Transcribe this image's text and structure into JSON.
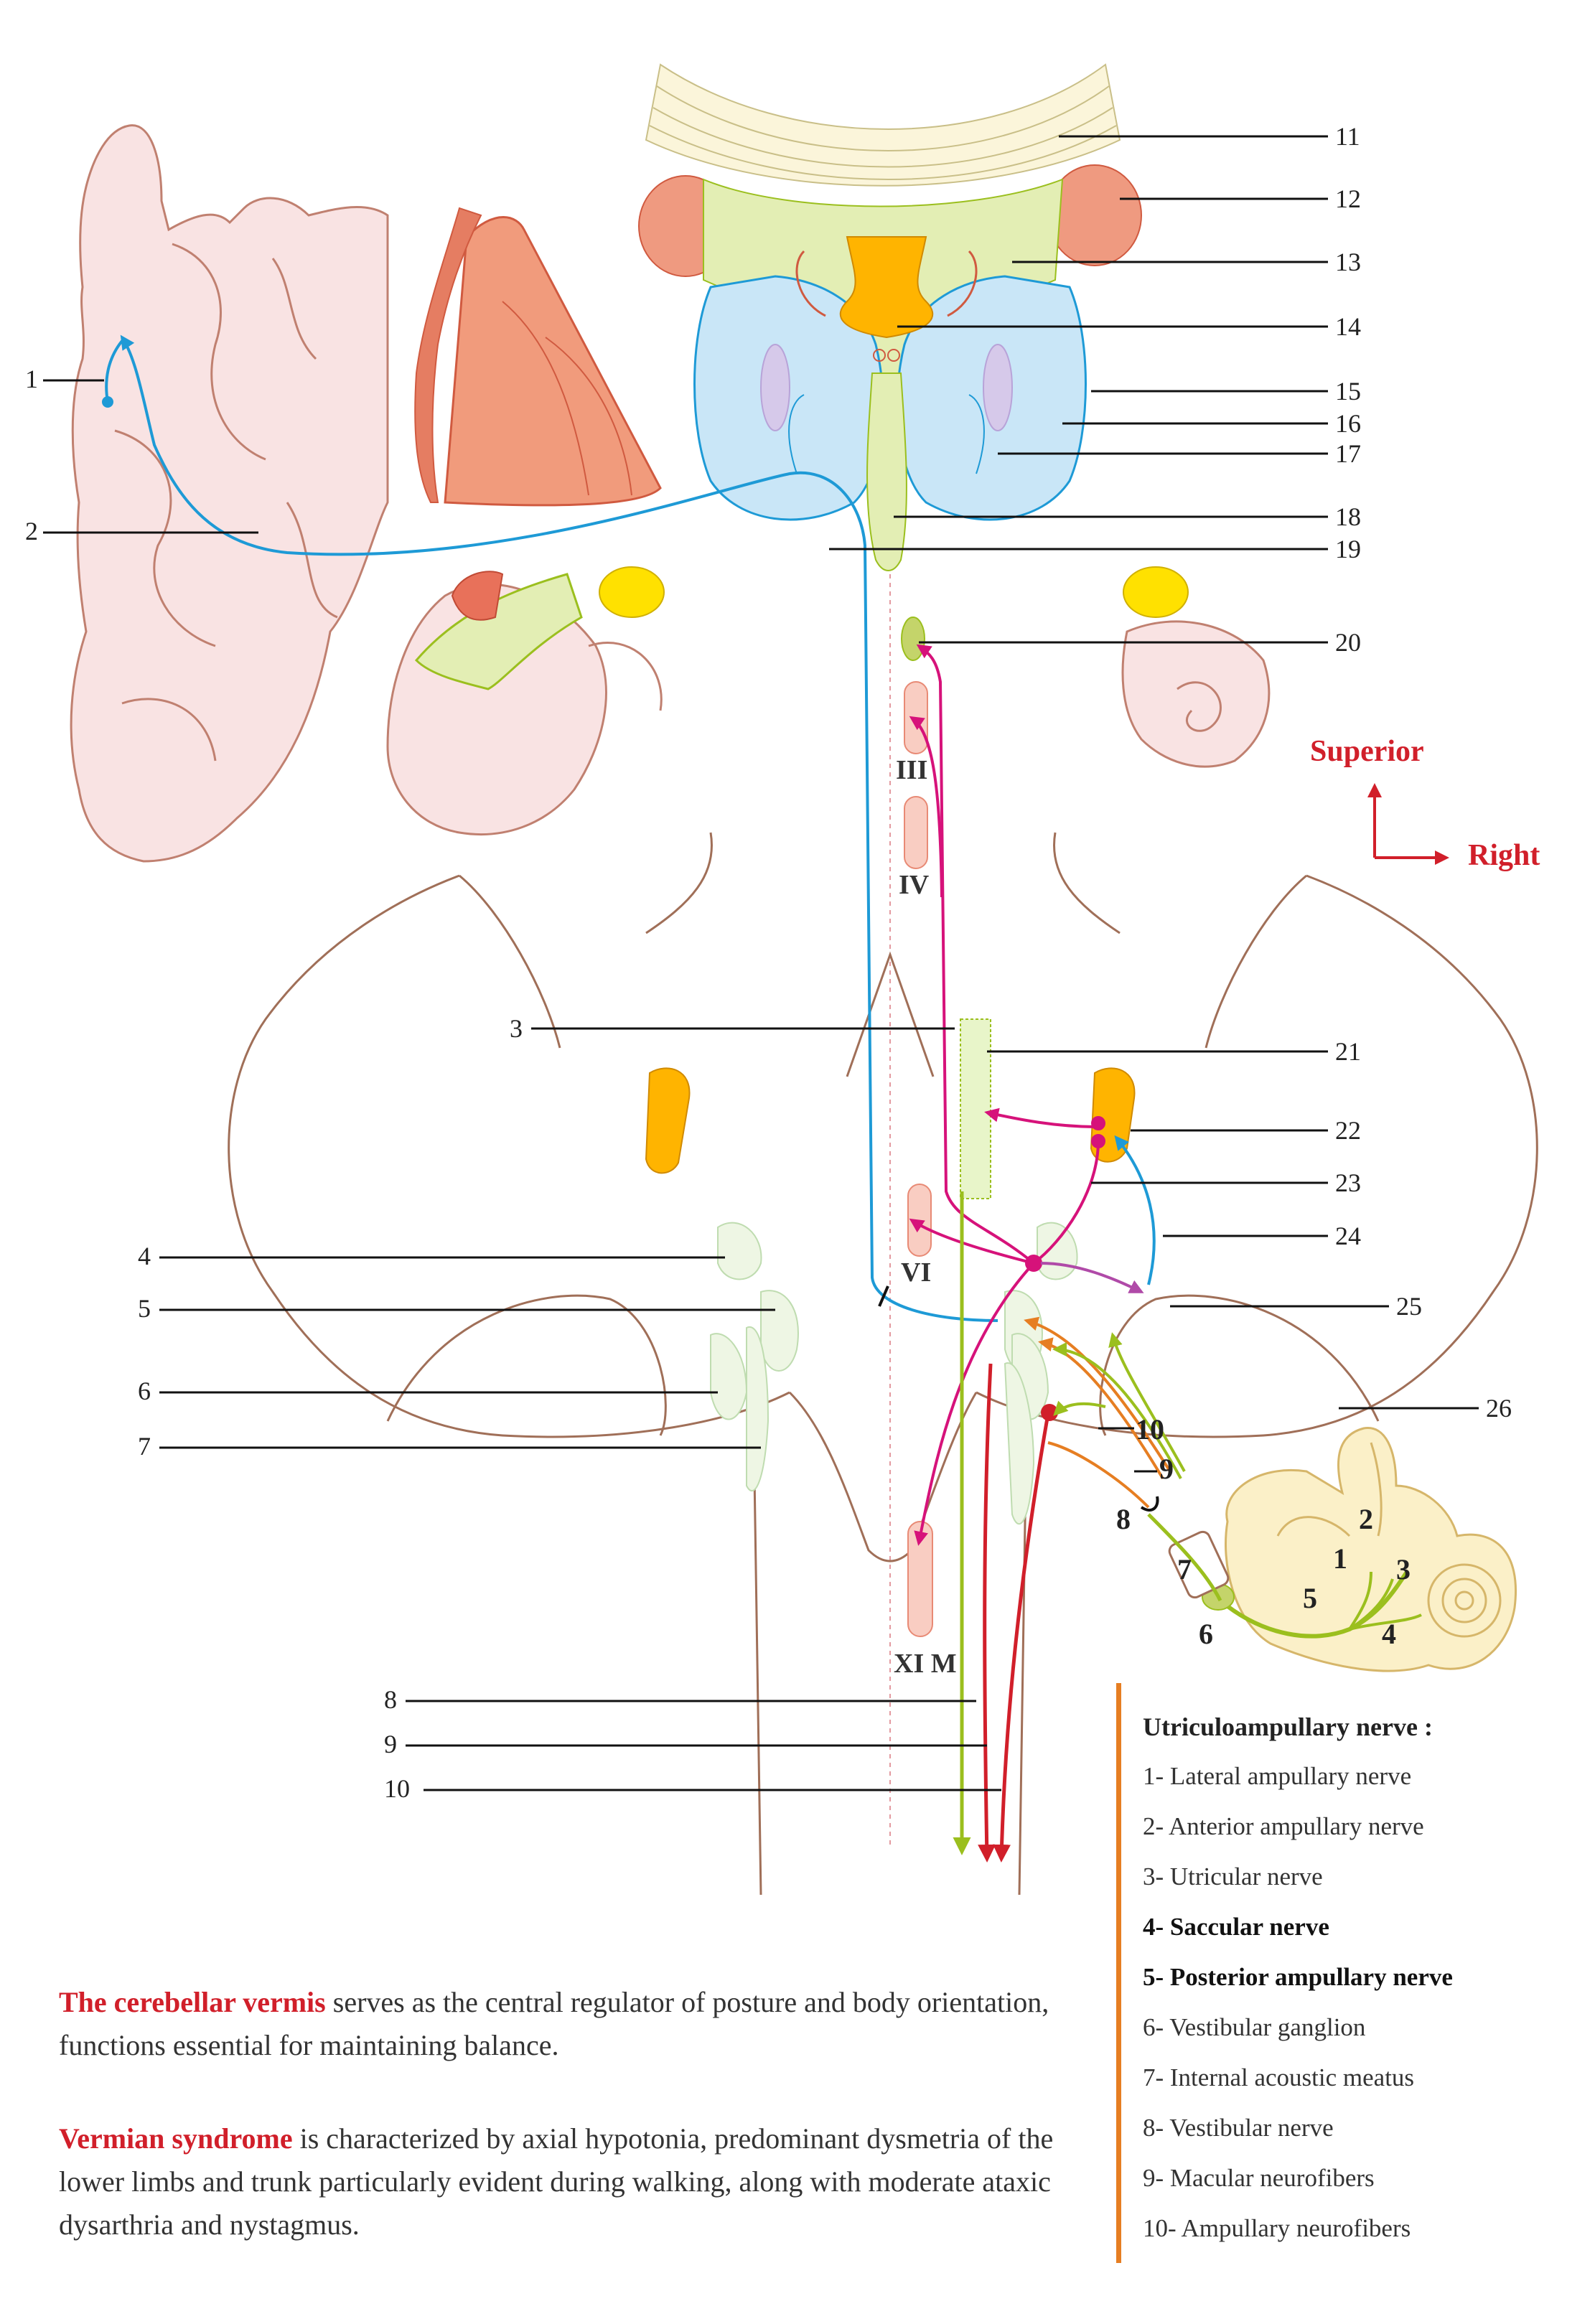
{
  "labels": {
    "l1": "1",
    "l2": "2",
    "l3": "3",
    "l4": "4",
    "l5": "5",
    "l6": "6",
    "l7": "7",
    "l8": "8",
    "l9": "9",
    "l10": "10",
    "l11": "11",
    "l12": "12",
    "l13": "13",
    "l14": "14",
    "l15": "15",
    "l16": "16",
    "l17": "17",
    "l18": "18",
    "l19": "19",
    "l20": "20",
    "l21": "21",
    "l22": "22",
    "l23": "23",
    "l24": "24",
    "l25": "25",
    "l26": "26"
  },
  "nuclei": {
    "III": "III",
    "IV": "IV",
    "VI": "VI",
    "XIM": "XI M"
  },
  "ear_labels": {
    "e1": "1",
    "e2": "2",
    "e3": "3",
    "e4": "4",
    "e5": "5",
    "e6": "6",
    "e7": "7",
    "e8": "8",
    "e9": "9",
    "e10": "10"
  },
  "directions": {
    "superior": "Superior",
    "right": "Right"
  },
  "legend": {
    "title": "Utriculoampullary nerve :",
    "items": [
      "1- Lateral ampullary nerve",
      "2- Anterior ampullary nerve",
      "3- Utricular nerve",
      "4- Saccular nerve",
      "5- Posterior ampullary nerve",
      "6- Vestibular ganglion",
      "7- Internal acoustic meatus",
      "8- Vestibular nerve",
      " 9- Macular neurofibers",
      "10- Ampullary neurofibers"
    ]
  },
  "text": {
    "p1_highlight": "The cerebellar vermis",
    "p1_rest": " serves as the central regulator of posture and body orientation, functions essential for maintaining balance.",
    "p2_highlight": "Vermian syndrome",
    "p2_rest": " is characterized by axial hypotonia, predominant dysmetria of the lower limbs and trunk particularly evident during walking, along with moderate ataxic dysarthria and nystagmus."
  },
  "colors": {
    "magenta": "#d6127a",
    "blue": "#1e9ad6",
    "green": "#9bbf1e",
    "orange": "#e67e22",
    "red": "#d11f2a",
    "thalamus": "#c9e6f7",
    "salmon": "#f19b7c",
    "yellow": "#ffe100"
  }
}
